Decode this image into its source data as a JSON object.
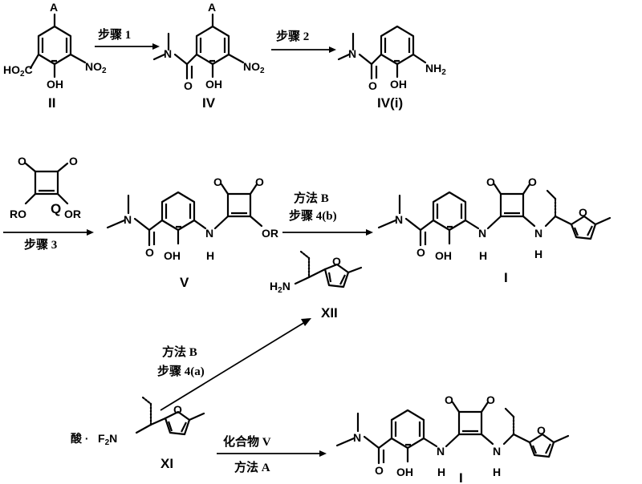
{
  "compounds": {
    "II": "II",
    "IV": "IV",
    "IVi": "IV(i)",
    "V": "V",
    "Q": "Q",
    "I_top": "I",
    "XII": "XII",
    "XI": "XI",
    "I_bottom": "I"
  },
  "atoms": {
    "A": "A",
    "HO2C": "HO",
    "HO2C_tail": "C",
    "two": "2",
    "NO": "NO",
    "OH": "OH",
    "HO": "HO",
    "N": "N",
    "NH": "N",
    "H": "H",
    "NH2": "NH",
    "H2N": "H",
    "H2N_tail": "N",
    "O": "O",
    "RO": "RO",
    "OR": "OR",
    "acid": "酸 ·",
    "F2N": "F",
    "F2N_tail": "N"
  },
  "steps": {
    "step1": "步骤 1",
    "step2": "步骤 2",
    "step3": "步骤 3",
    "methodB_top": "方法 B",
    "step4b": "步骤 4(b)",
    "methodB_mid": "方法 B",
    "step4a": "步骤 4(a)",
    "compoundV": "化合物 V",
    "methodA": "方法 A"
  }
}
